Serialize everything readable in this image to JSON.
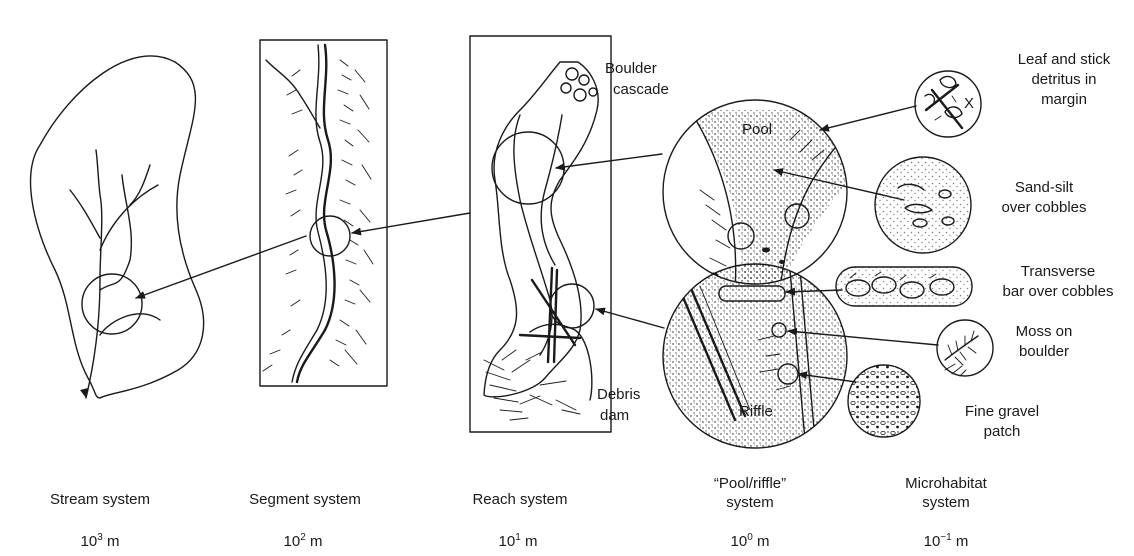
{
  "panels": [
    {
      "caption": "Stream system",
      "scale_base": "10",
      "scale_exp": "3",
      "scale_unit": " m"
    },
    {
      "caption": "Segment system",
      "scale_base": "10",
      "scale_exp": "2",
      "scale_unit": " m"
    },
    {
      "caption": "Reach system",
      "scale_base": "10",
      "scale_exp": "1",
      "scale_unit": " m"
    },
    {
      "caption_line1": "“Pool/riffle”",
      "caption_line2": "system",
      "scale_base": "10",
      "scale_exp": "0",
      "scale_unit": " m"
    },
    {
      "caption_line1": "Microhabitat",
      "caption_line2": "system",
      "scale_base": "10",
      "scale_exp": "−1",
      "scale_unit": " m"
    }
  ],
  "reach_labels": {
    "boulder_1": "Boulder",
    "boulder_2": "cascade",
    "debris_1": "Debris",
    "debris_2": "dam"
  },
  "pool_riffle_labels": {
    "pool": "Pool",
    "riffle": "Riffle"
  },
  "microhabitat_labels": [
    {
      "line1": "Leaf and stick",
      "line2": "detritus in",
      "line3": "margin"
    },
    {
      "line1": "Sand-silt",
      "line2": "over cobbles"
    },
    {
      "line1": "Transverse",
      "line2": "bar over cobbles"
    },
    {
      "line1": "Moss on",
      "line2": "boulder"
    },
    {
      "line1": "Fine gravel",
      "line2": "patch"
    }
  ]
}
